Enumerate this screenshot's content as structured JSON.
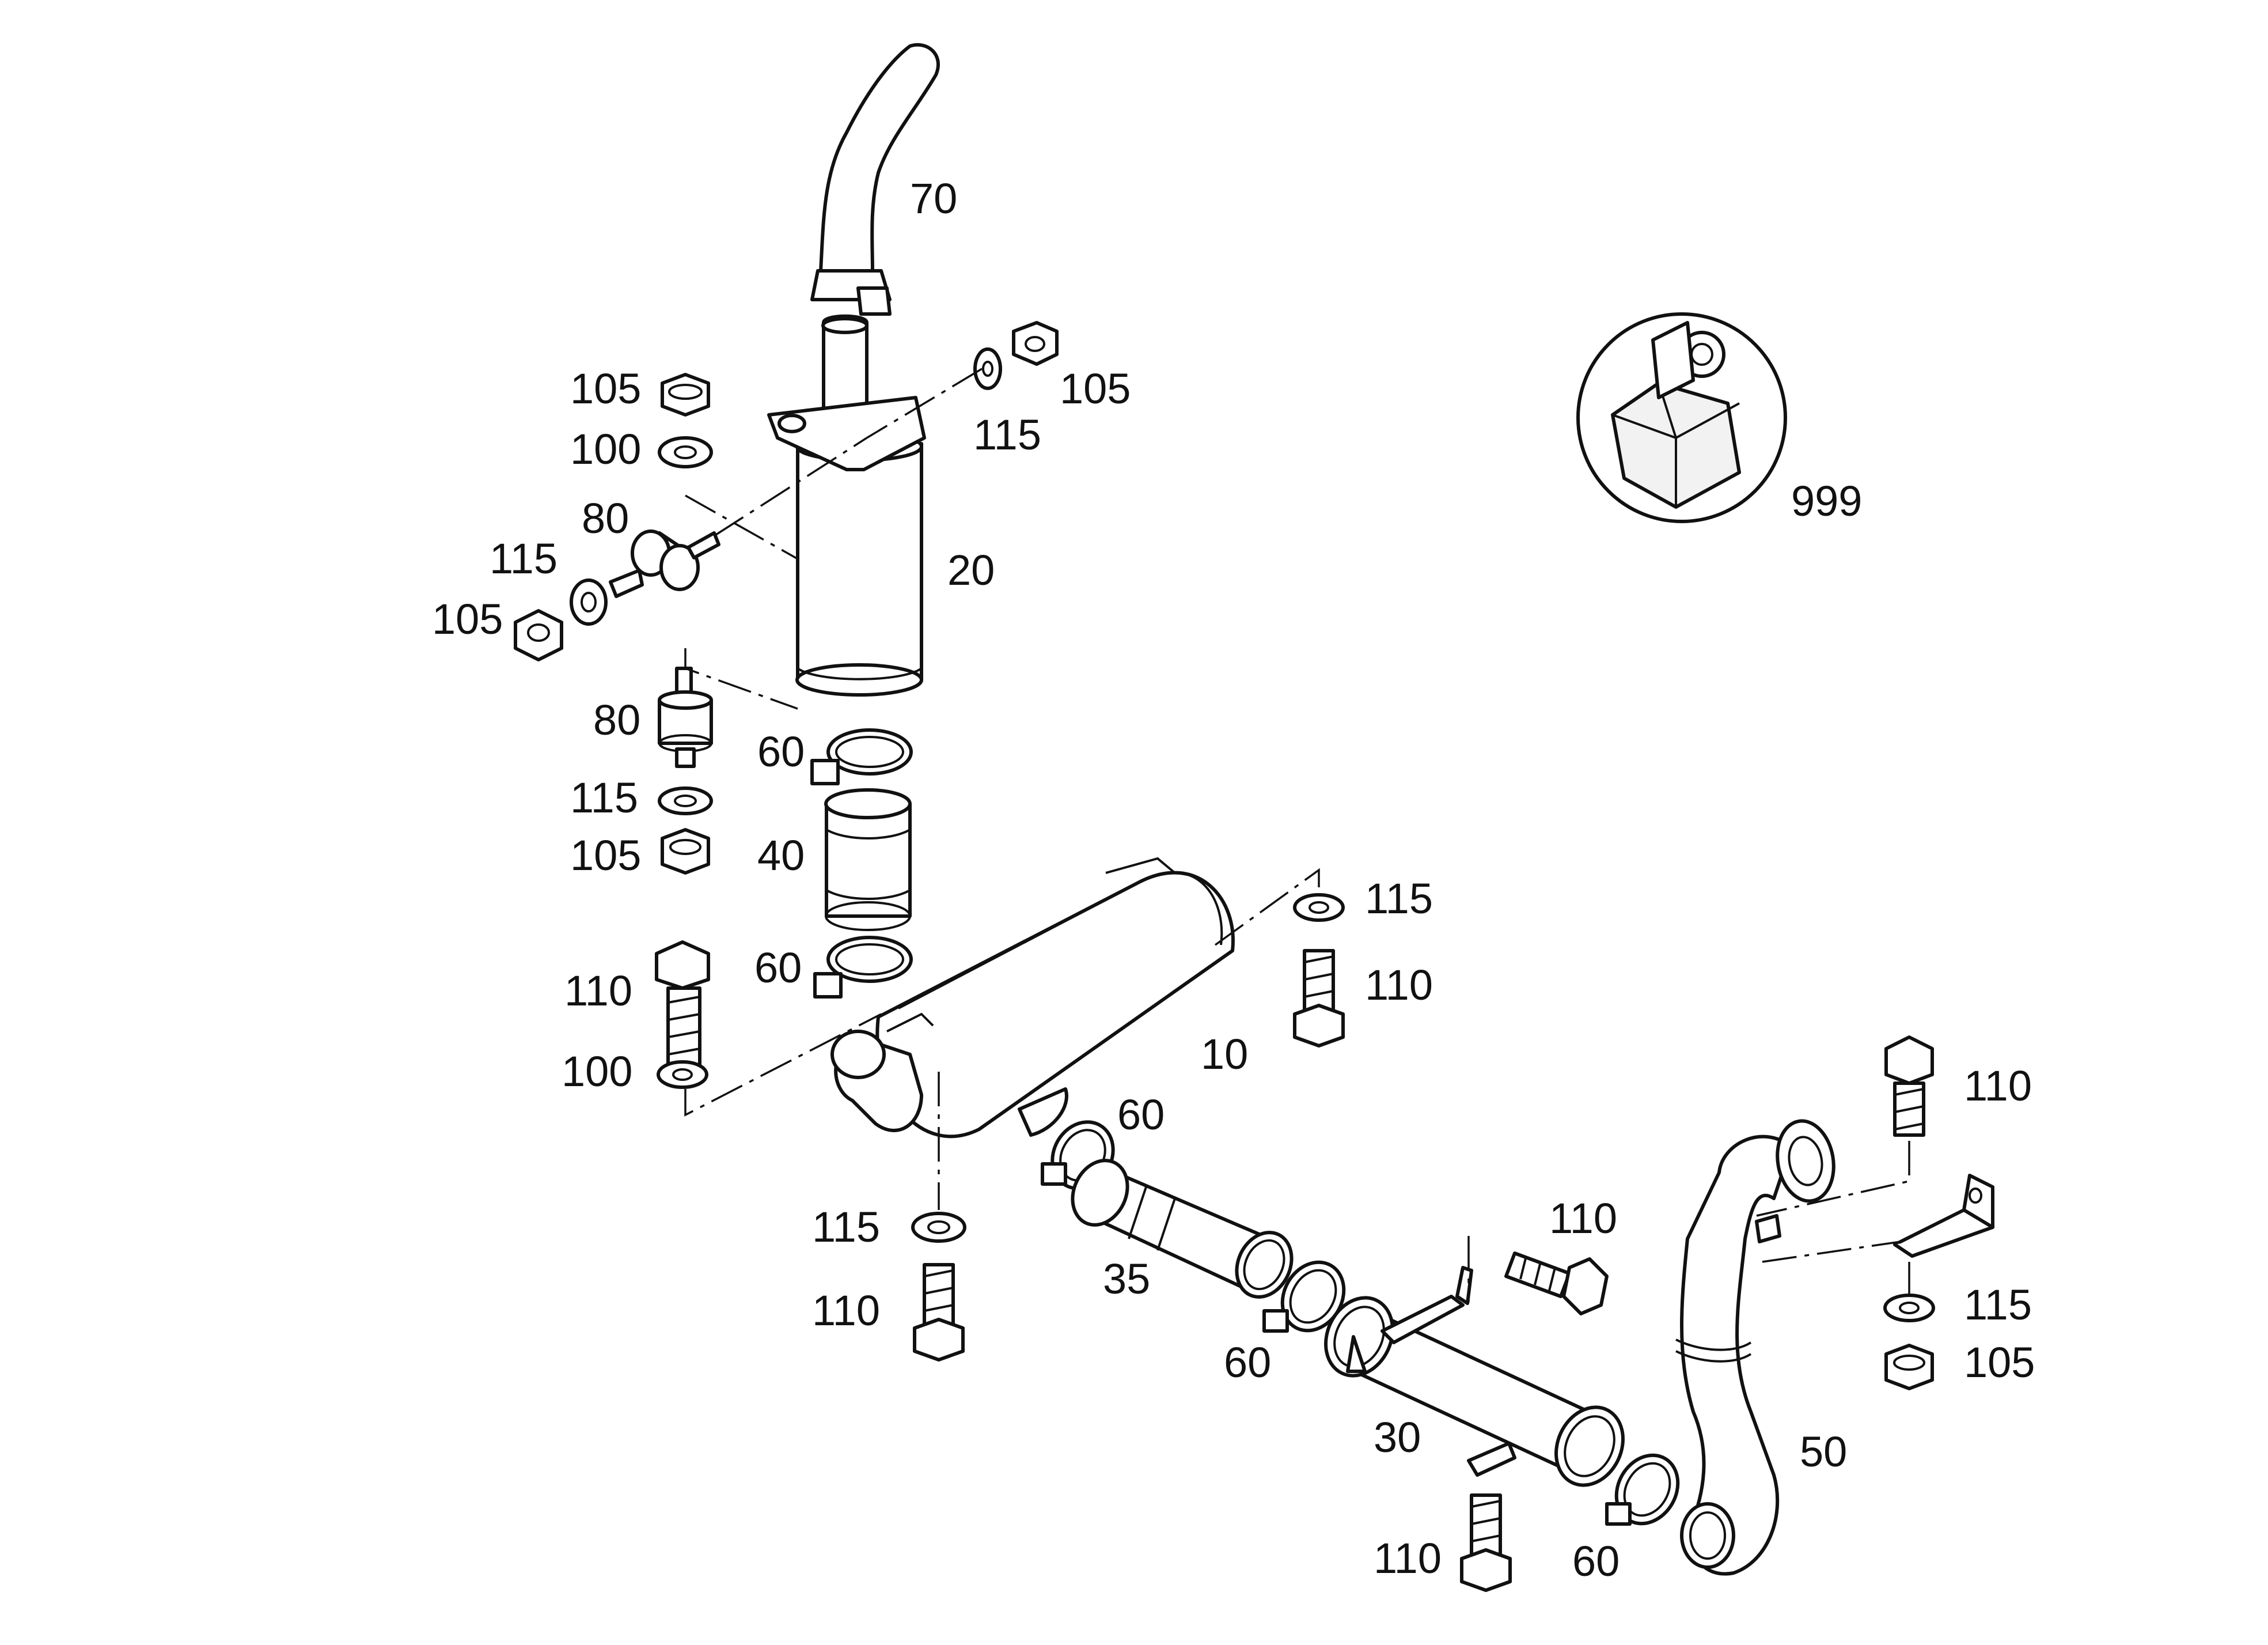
{
  "diagram": {
    "type": "exploded-parts-diagram",
    "subject": "exhaust system",
    "colors": {
      "line": "#111111",
      "background": "#ffffff"
    },
    "kit_icon": "parts-kit-box-icon",
    "callouts": [
      {
        "id": "c70",
        "text": "70"
      },
      {
        "id": "c105_top_left",
        "text": "105"
      },
      {
        "id": "c100_top",
        "text": "100"
      },
      {
        "id": "c80_top",
        "text": "80"
      },
      {
        "id": "c115_left",
        "text": "115"
      },
      {
        "id": "c105_left",
        "text": "105"
      },
      {
        "id": "c105_top_right",
        "text": "105"
      },
      {
        "id": "c115_top_right",
        "text": "115"
      },
      {
        "id": "c20",
        "text": "20"
      },
      {
        "id": "c999",
        "text": "999"
      },
      {
        "id": "c80_mid",
        "text": "80"
      },
      {
        "id": "c60_upper",
        "text": "60"
      },
      {
        "id": "c115_mid",
        "text": "115"
      },
      {
        "id": "c105_mid",
        "text": "105"
      },
      {
        "id": "c40",
        "text": "40"
      },
      {
        "id": "c60_mid",
        "text": "60"
      },
      {
        "id": "c110_left",
        "text": "110"
      },
      {
        "id": "c100_low",
        "text": "100"
      },
      {
        "id": "c115_right_mid",
        "text": "115"
      },
      {
        "id": "c110_right_mid",
        "text": "110"
      },
      {
        "id": "c10",
        "text": "10"
      },
      {
        "id": "c60_center",
        "text": "60"
      },
      {
        "id": "c115_low",
        "text": "115"
      },
      {
        "id": "c110_low",
        "text": "110"
      },
      {
        "id": "c35",
        "text": "35"
      },
      {
        "id": "c110_center",
        "text": "110"
      },
      {
        "id": "c60_lower",
        "text": "60"
      },
      {
        "id": "c30",
        "text": "30"
      },
      {
        "id": "c110_bottom",
        "text": "110"
      },
      {
        "id": "c60_bottom",
        "text": "60"
      },
      {
        "id": "c50",
        "text": "50"
      },
      {
        "id": "c110_right",
        "text": "110"
      },
      {
        "id": "c115_right",
        "text": "115"
      },
      {
        "id": "c105_right",
        "text": "105"
      }
    ]
  }
}
